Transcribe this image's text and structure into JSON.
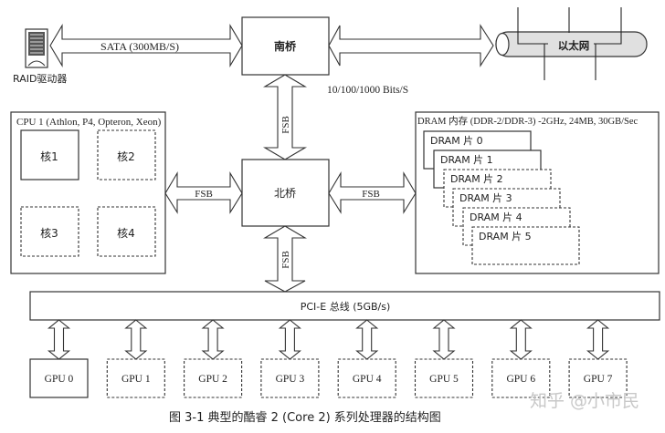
{
  "diagram": {
    "raid": {
      "label": "RAID驱动器"
    },
    "sata": {
      "label": "SATA (300MB/S)"
    },
    "southbridge": {
      "label": "南桥"
    },
    "ethernet": {
      "label": "以太网",
      "speed": "10/100/1000 Bits/S"
    },
    "fsb_label": "FSB",
    "northbridge": {
      "label": "北桥"
    },
    "cpu": {
      "label": "CPU 1 (Athlon, P4, Opteron, Xeon)",
      "cores": [
        {
          "label": "核1",
          "style": "solid"
        },
        {
          "label": "核2",
          "style": "dashed"
        },
        {
          "label": "核3",
          "style": "dashed"
        },
        {
          "label": "核4",
          "style": "dashed"
        }
      ]
    },
    "dram": {
      "label": "DRAM 内存 (DDR-2/DDR-3) -2GHz, 24MB, 30GB/Sec",
      "chips": [
        {
          "label": "DRAM 片 0",
          "style": "solid"
        },
        {
          "label": "DRAM 片 1",
          "style": "solid"
        },
        {
          "label": "DRAM 片 2",
          "style": "dashed"
        },
        {
          "label": "DRAM 片 3",
          "style": "dashed"
        },
        {
          "label": "DRAM 片 4",
          "style": "dashed"
        },
        {
          "label": "DRAM 片 5",
          "style": "dashed"
        }
      ]
    },
    "pcie": {
      "label": "PCI-E 总线 (5GB/s)"
    },
    "gpus": [
      {
        "label": "GPU 0",
        "style": "solid"
      },
      {
        "label": "GPU 1",
        "style": "dashed"
      },
      {
        "label": "GPU 2",
        "style": "dashed"
      },
      {
        "label": "GPU 3",
        "style": "dashed"
      },
      {
        "label": "GPU 4",
        "style": "dashed"
      },
      {
        "label": "GPU 5",
        "style": "dashed"
      },
      {
        "label": "GPU 6",
        "style": "dashed"
      },
      {
        "label": "GPU 7",
        "style": "dashed"
      }
    ],
    "caption": "图 3-1    典型的酷睿 2 (Core 2) 系列处理器的结构图",
    "watermark": "知乎 @小市民"
  }
}
